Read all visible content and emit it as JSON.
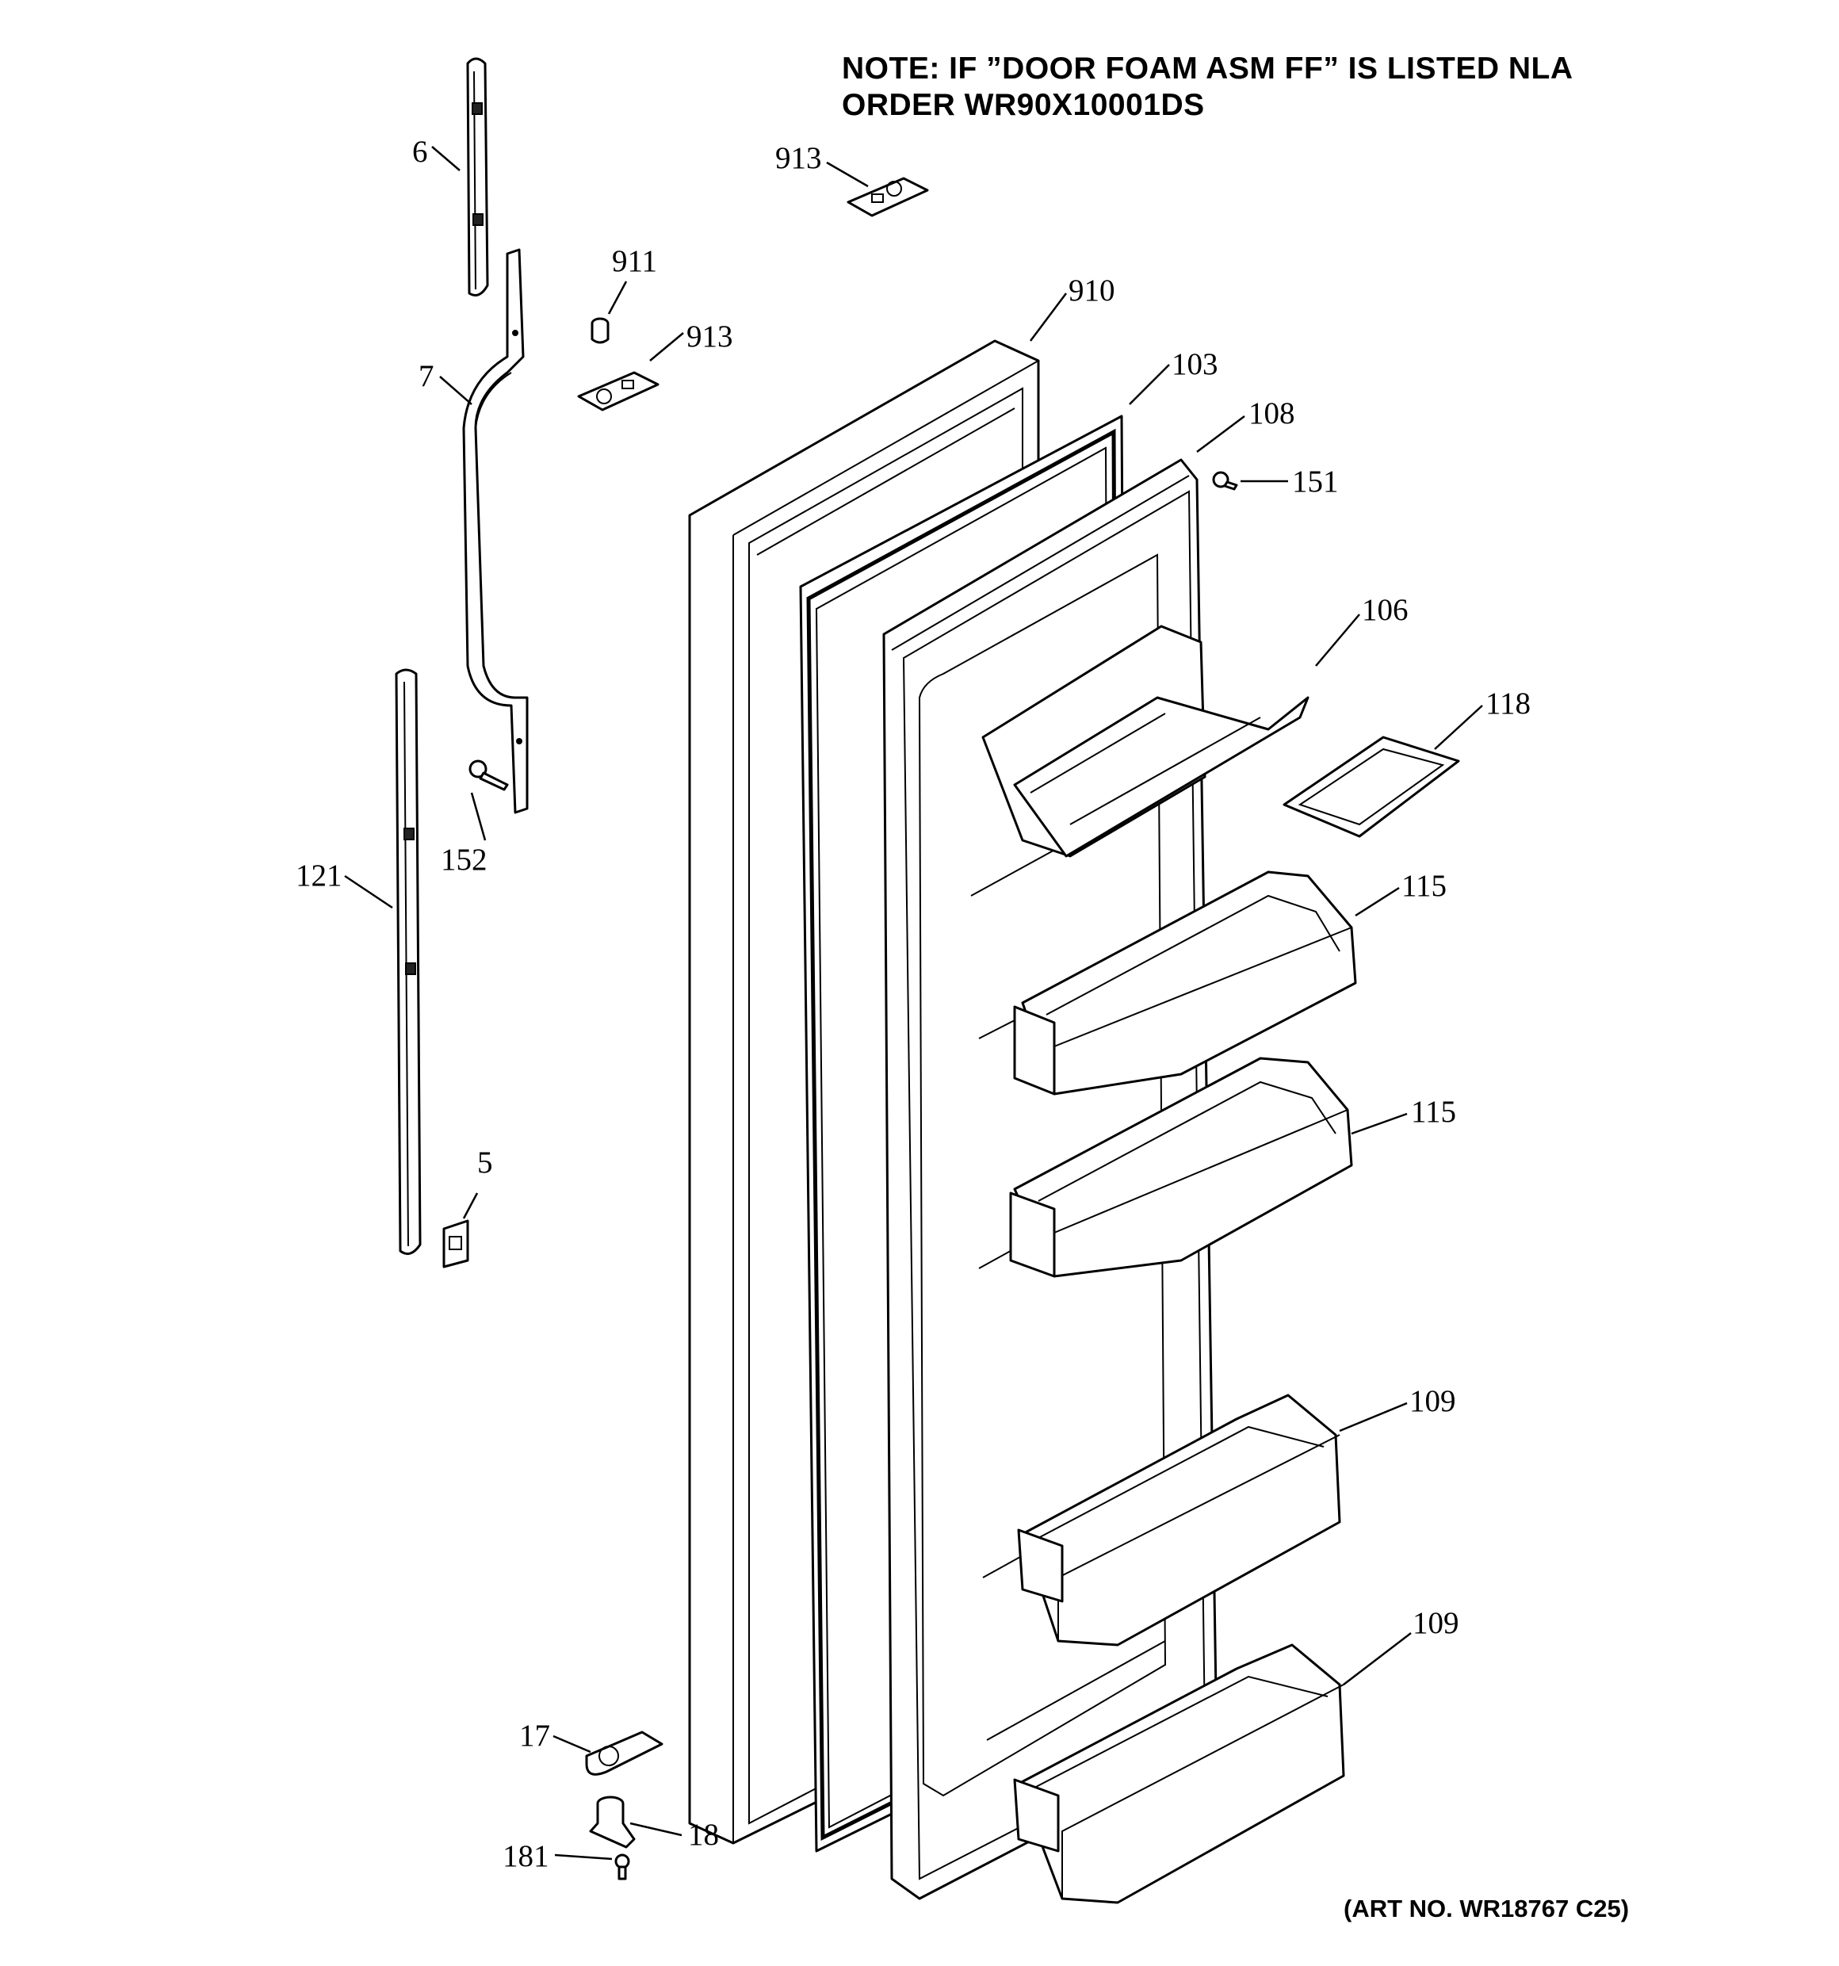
{
  "note": {
    "line1": "NOTE: IF ”DOOR FOAM ASM FF” IS LISTED NLA",
    "line2": "ORDER WR90X10001DS"
  },
  "art_no": "(ART NO. WR18767 C25)",
  "callouts": {
    "p6": "6",
    "p7": "7",
    "p911": "911",
    "p913_top": "913",
    "p913_mid": "913",
    "p910": "910",
    "p103": "103",
    "p108": "108",
    "p151": "151",
    "p106": "106",
    "p118": "118",
    "p152": "152",
    "p121": "121",
    "p115_upper": "115",
    "p115_lower": "115",
    "p5": "5",
    "p109_upper": "109",
    "p109_lower": "109",
    "p17": "17",
    "p18": "18",
    "p181": "181"
  }
}
